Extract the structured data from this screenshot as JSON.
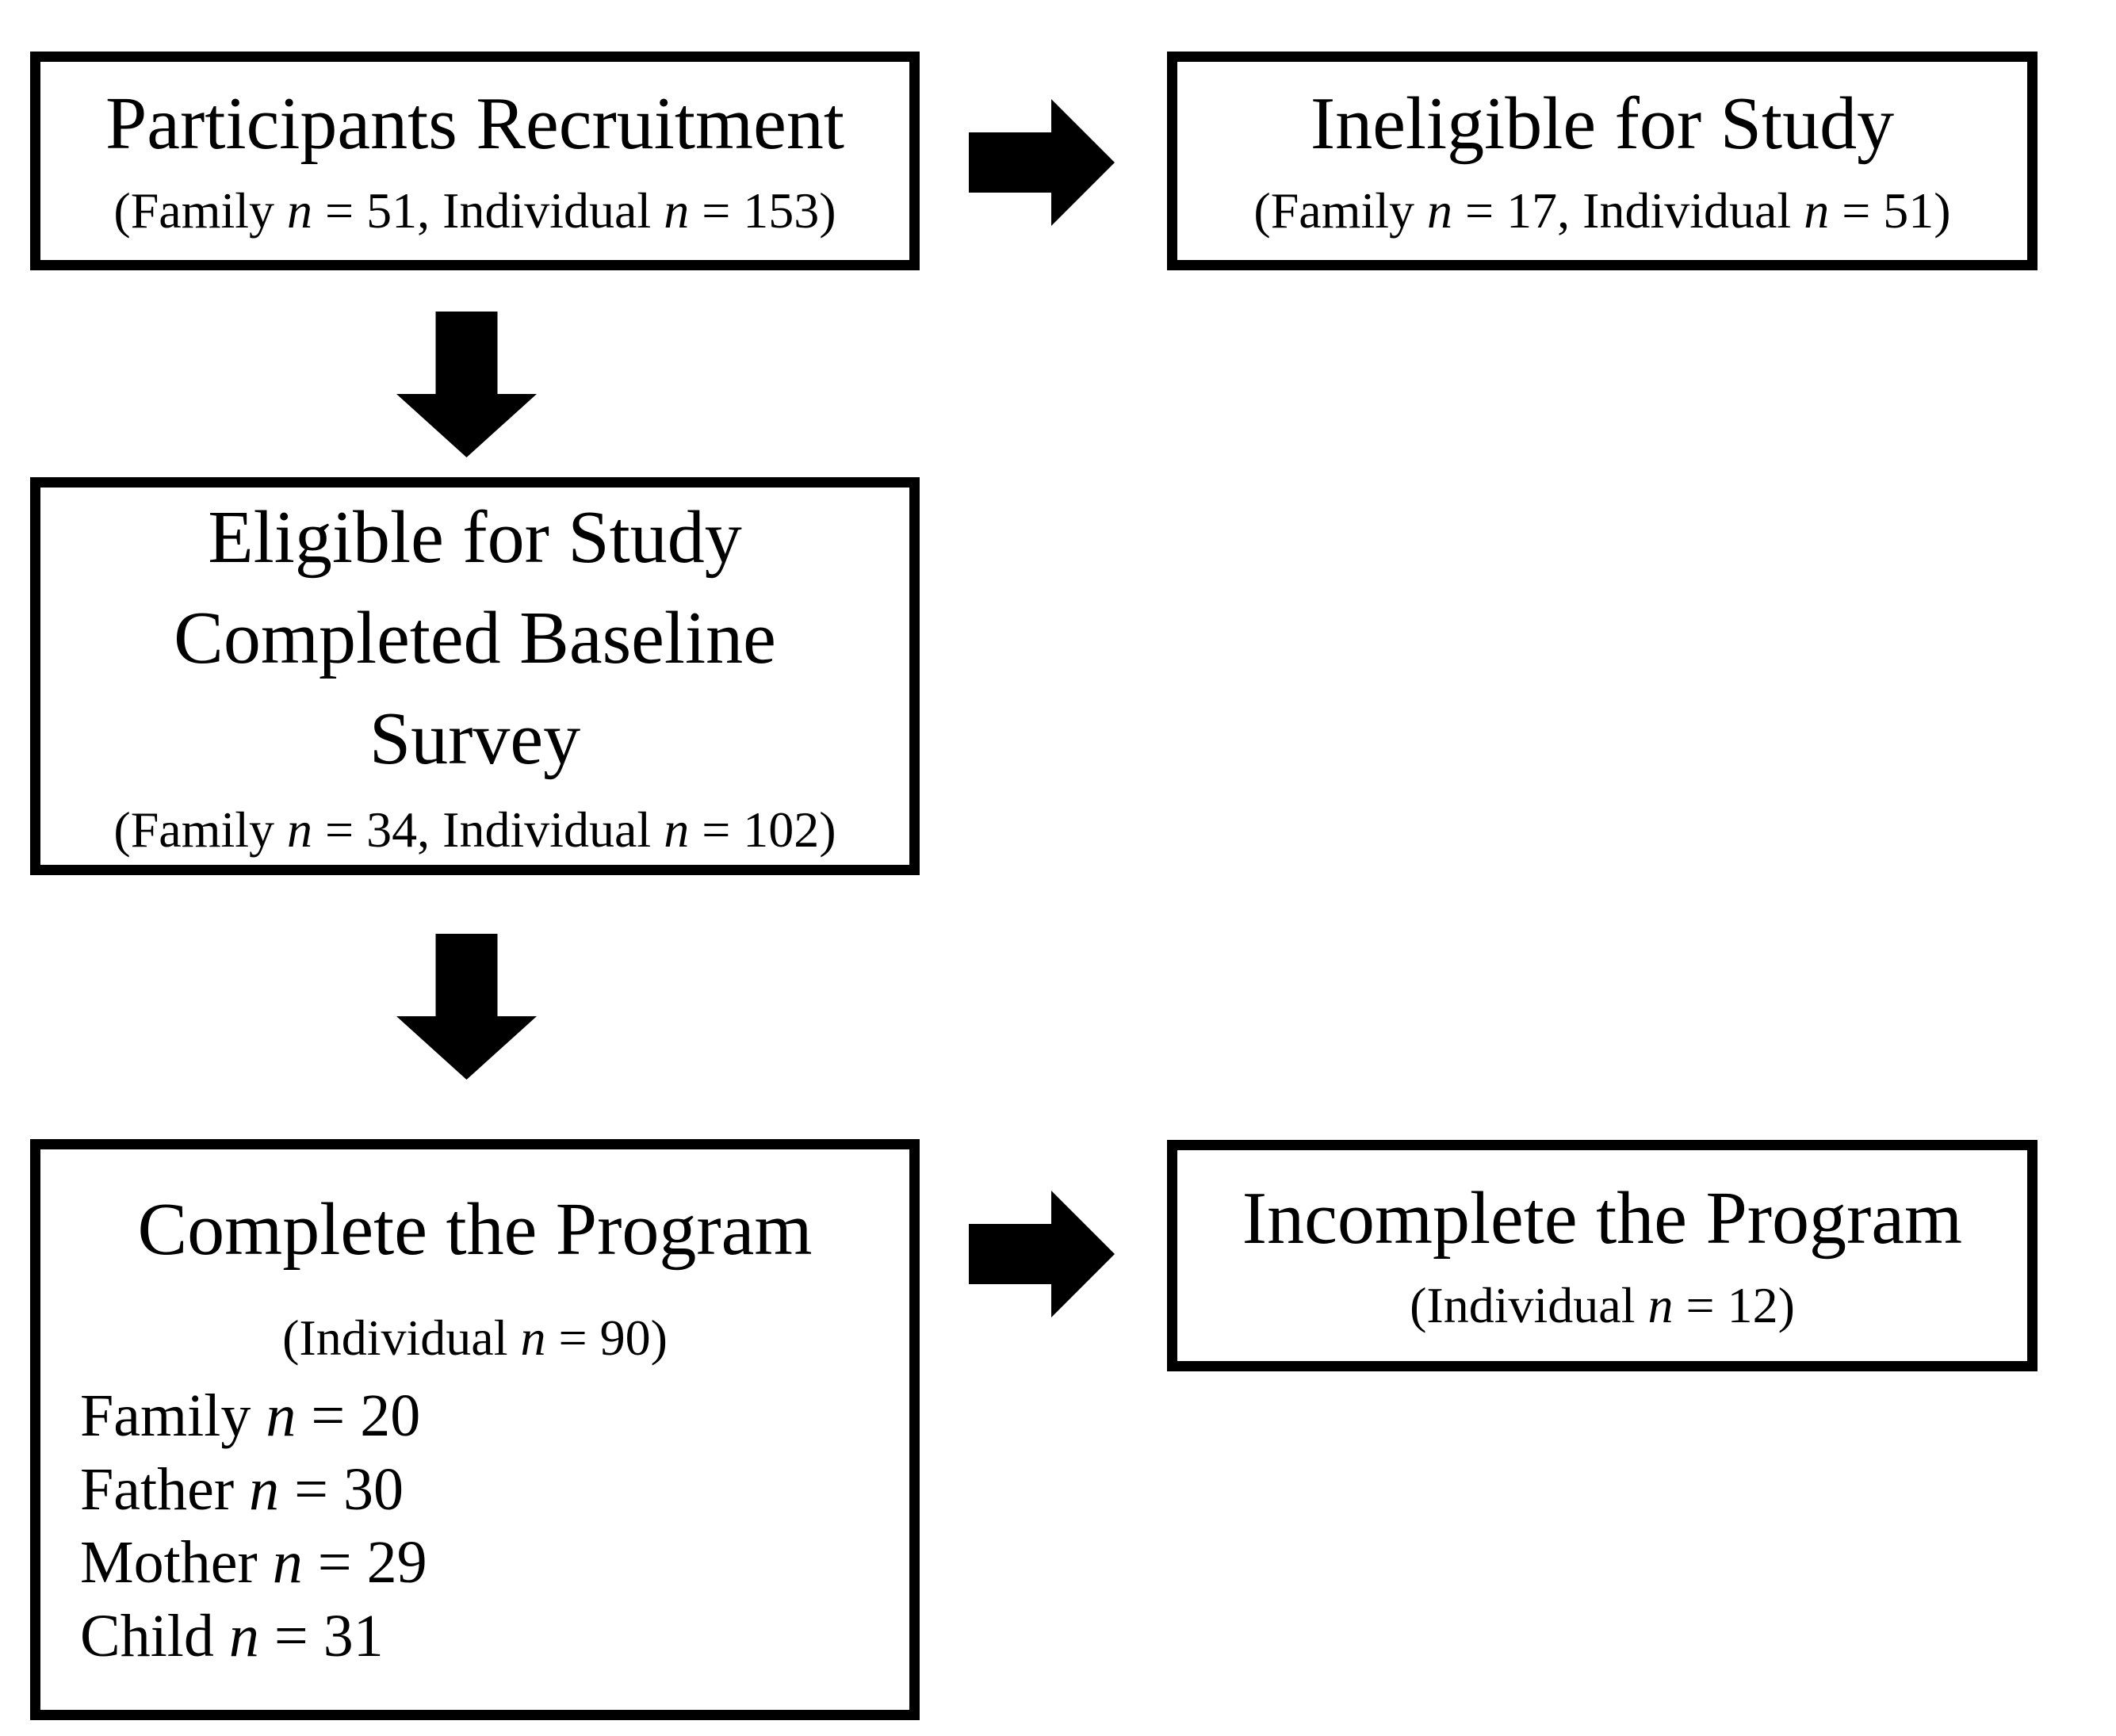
{
  "figure": {
    "background": "#ffffff",
    "ink": "#000000",
    "boxes": {
      "recruitment": {
        "title": "Participants Recruitment",
        "detail": [
          {
            "t": "(Family "
          },
          {
            "t": "n",
            "i": true
          },
          {
            "t": " = 51, Individual "
          },
          {
            "t": "n",
            "i": true
          },
          {
            "t": " = 153)"
          }
        ]
      },
      "ineligible": {
        "title": "Ineligible for Study",
        "detail": [
          {
            "t": "(Family "
          },
          {
            "t": "n",
            "i": true
          },
          {
            "t": " = 17, Individual "
          },
          {
            "t": "n",
            "i": true
          },
          {
            "t": " = 51)"
          }
        ]
      },
      "eligible": {
        "title_lines": [
          "Eligible for Study",
          "Completed Baseline",
          "Survey"
        ],
        "detail": [
          {
            "t": "(Family "
          },
          {
            "t": "n",
            "i": true
          },
          {
            "t": " = 34, Individual "
          },
          {
            "t": "n",
            "i": true
          },
          {
            "t": " = 102)"
          }
        ]
      },
      "complete": {
        "title": "Complete the Program",
        "detail": [
          {
            "t": "(Individual "
          },
          {
            "t": "n",
            "i": true
          },
          {
            "t": " = 90)"
          }
        ],
        "breakdown": [
          [
            {
              "t": "Family "
            },
            {
              "t": "n",
              "i": true
            },
            {
              "t": " = 20"
            }
          ],
          [
            {
              "t": "Father "
            },
            {
              "t": "n",
              "i": true
            },
            {
              "t": " = 30"
            }
          ],
          [
            {
              "t": "Mother "
            },
            {
              "t": "n",
              "i": true
            },
            {
              "t": " = 29"
            }
          ],
          [
            {
              "t": "Child "
            },
            {
              "t": "n",
              "i": true
            },
            {
              "t": " = 31"
            }
          ]
        ]
      },
      "incomplete": {
        "title": "Incomplete the Program",
        "detail": [
          {
            "t": "(Individual "
          },
          {
            "t": "n",
            "i": true
          },
          {
            "t": " = 12)"
          }
        ]
      }
    },
    "arrows": [
      {
        "name": "recruitment-to-ineligible",
        "direction": "right"
      },
      {
        "name": "recruitment-to-eligible",
        "direction": "down"
      },
      {
        "name": "eligible-to-complete",
        "direction": "down"
      },
      {
        "name": "complete-to-incomplete",
        "direction": "right"
      }
    ]
  }
}
